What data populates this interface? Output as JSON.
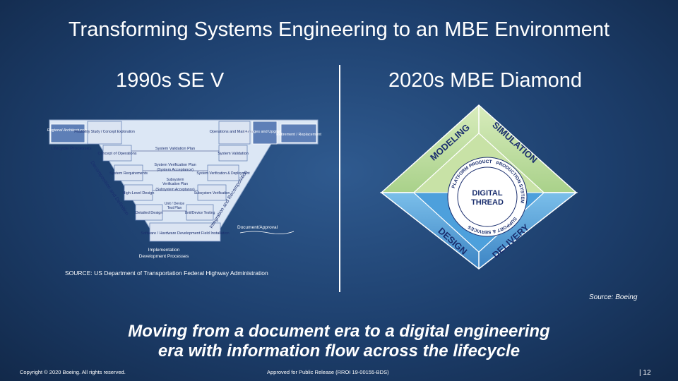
{
  "slide": {
    "title": "Transforming Systems Engineering to an MBE Environment",
    "left_heading": "1990s SE V",
    "right_heading": "2020s MBE Diamond",
    "source_left": "SOURCE: US Department of Transportation Federal Highway Administration",
    "source_right": "Source: Boeing",
    "tagline_line1": "Moving from a document era to a digital engineering",
    "tagline_line2": "era with information flow across the lifecycle",
    "copyright": "Copyright © 2020 Boeing. All rights reserved.",
    "release": "Approved for Public Release (RROI 19-00155-BDS)",
    "page_number": "| 12"
  },
  "se_v": {
    "top_boxes": {
      "regional": "Regional Architecture(s)",
      "feasibility": "Feasibility Study / Concept Exploration",
      "operations": "Operations and Maintenance",
      "changes": "Changes and Upgrades",
      "retirement": "Retirement / Replacement"
    },
    "lifecycle_label": "Lifecycle Processes",
    "left_boxes": {
      "conops": "Concept of Operations",
      "sysreq": "System Requirements",
      "highlevel": "High-Level Design",
      "detailed": "Detailed Design"
    },
    "right_boxes": {
      "validation": "System Validation",
      "verification": "System Verification & Deployment",
      "subsystem": "Subsystem Verification",
      "unit": "Unit/Device Testing"
    },
    "bottom_box": "Software / Hardware Development Field Installation",
    "plans": {
      "validation_plan": "System Validation Plan",
      "verification_plan": "System Verification Plan",
      "acceptance": "(System Acceptance)",
      "subsystem_plan1": "Subsystem",
      "subsystem_plan2": "Verification Plan",
      "subsystem_acceptance": "(Subsystem Acceptance)",
      "unit_plan1": "Unit / Device",
      "unit_plan2": "Test Plan"
    },
    "left_diag": "Decomposition and Definition",
    "right_diag": "Integration and Recomposition",
    "doc_approval": "Document/Approval",
    "implementation1": "Implementation",
    "implementation2": "Development Processes"
  },
  "diamond": {
    "modeling": "MODELING",
    "simulation": "SIMULATION",
    "design": "DESIGN",
    "delivery": "DELIVERY",
    "center1": "DIGITAL",
    "center2": "THREAD",
    "ring_left": "PLATFORM PRODUCT",
    "ring_right": "PRODUCTION SYSTEM",
    "ring_bottom": "SUPPORT & SERVICES",
    "colors": {
      "top": "#c8e2a6",
      "bottom": "#4da0dc",
      "outline": "#ffffff",
      "text": "#1a2e6e"
    }
  }
}
